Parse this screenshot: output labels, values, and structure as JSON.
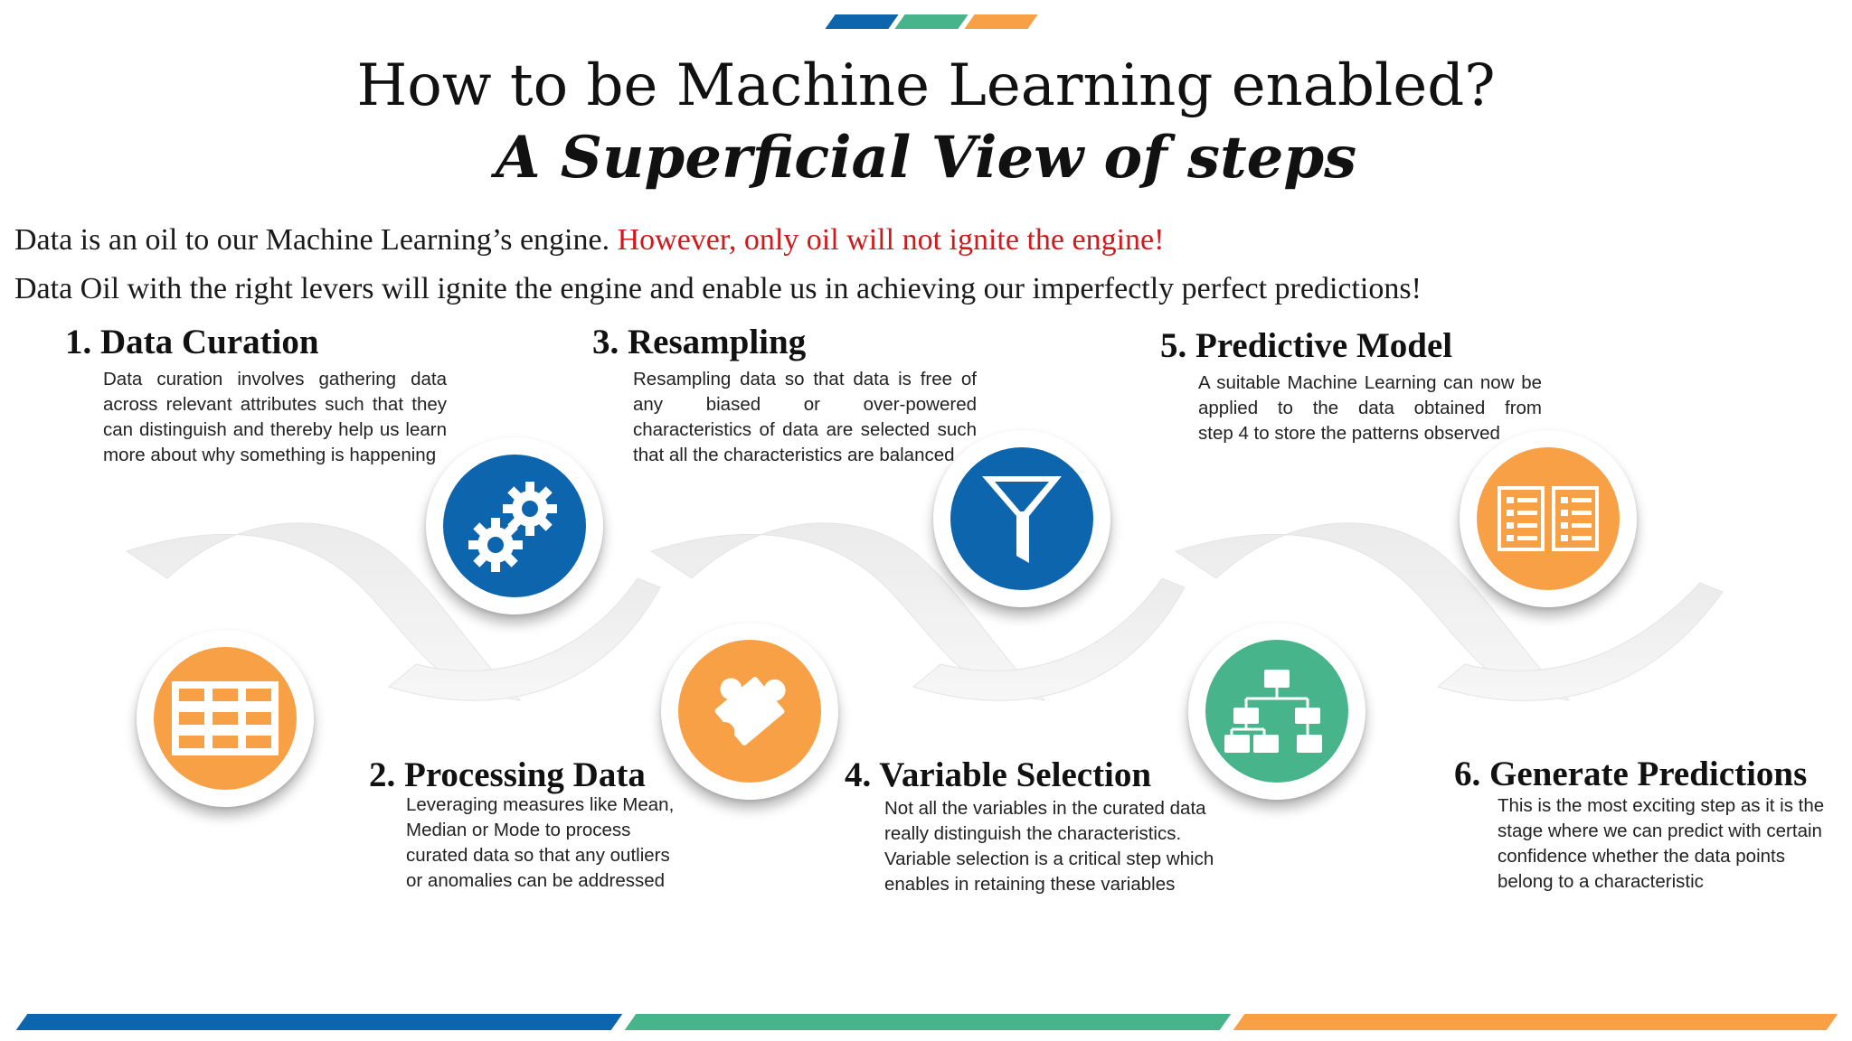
{
  "colors": {
    "blue": "#0d66ad",
    "green": "#47b48b",
    "orange": "#f7a046",
    "highlight_red": "#d0191d"
  },
  "title": {
    "line1": "How to be Machine Learning enabled?",
    "line2": "A Superficial View of steps"
  },
  "intro": {
    "line1_text": "Data is an oil to our Machine Learning’s engine. ",
    "line1_highlight": "However, only oil will not ignite the engine!",
    "line2": "Data Oil with the right levers will ignite the engine and enable us in achieving our imperfectly perfect predictions!"
  },
  "steps": [
    {
      "heading": "1. Data Curation",
      "lines": [
        "Data curation involves gathering data",
        "across relevant attributes such that they",
        "can distinguish and thereby help us learn",
        "more about why something is happening"
      ],
      "icon": "table-icon",
      "color": "orange"
    },
    {
      "heading": "2. Processing Data",
      "lines": [
        "Leveraging measures like Mean,",
        "Median or Mode to process",
        "curated data so that  any outliers",
        "or anomalies can be addressed"
      ],
      "icon": "gears-icon",
      "color": "blue"
    },
    {
      "heading": "3. Resampling",
      "lines": [
        "Resampling data so that data is free of",
        "any biased or over-powered",
        "characteristics of data are selected such",
        "that all the characteristics are balanced"
      ],
      "icon": "puzzle-piece-icon",
      "color": "orange"
    },
    {
      "heading": "4. Variable Selection",
      "lines": [
        "Not all the variables in the curated data",
        "really distinguish the characteristics.",
        "Variable selection is a critical step which",
        "enables in retaining these variables"
      ],
      "icon": "funnel-icon",
      "color": "blue"
    },
    {
      "heading": "5. Predictive Model",
      "lines": [
        "A suitable Machine Learning can now",
        "be applied to the data obtained from",
        "step 4 to store the patterns observed"
      ],
      "icon": "hierarchy-icon",
      "color": "green"
    },
    {
      "heading": "6. Generate Predictions",
      "lines": [
        "This is the most exciting step as it is the",
        "stage where we can predict with certain",
        "confidence whether the data points",
        "belong to a characteristic"
      ],
      "icon": "checklist-icon",
      "color": "orange"
    }
  ]
}
